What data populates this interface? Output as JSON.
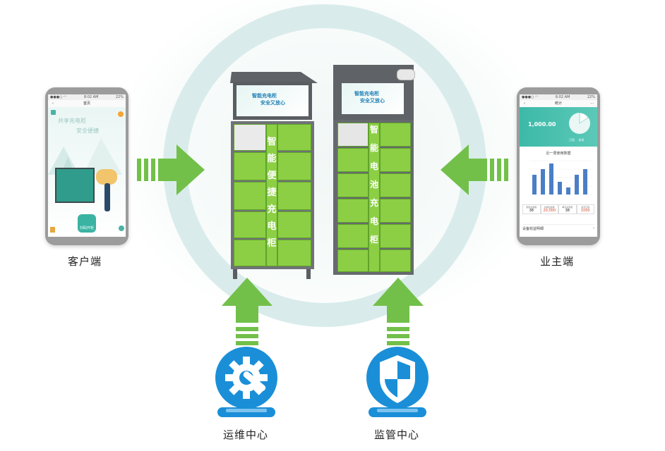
{
  "labels": {
    "client": "客户端",
    "owner": "业主端",
    "ops": "运维中心",
    "supervise": "监管中心"
  },
  "left_phone": {
    "time": "8:02 AM",
    "battery": "22%",
    "nav_title": "首页",
    "slogan_1": "共享充电柜",
    "slogan_2": "安全便捷",
    "button_label": "扫码开柜"
  },
  "right_phone": {
    "time": "6:02 AM",
    "battery": "22%",
    "nav_title": "统计",
    "total_value": "1,000.00",
    "legend_1": "已用",
    "legend_2": "未用",
    "chart_title": "近一周使用数据",
    "stats": [
      {
        "label": "使用设备数",
        "value": "38"
      },
      {
        "label": "总收益金额",
        "value": "20,000"
      },
      {
        "label": "每月总用量",
        "value": "38"
      },
      {
        "label": "最高日用",
        "value": "1000"
      }
    ],
    "footer_item": "设备收益明细"
  },
  "cabinet_left": {
    "banner_1": "智能充电柜",
    "banner_2": "安全又放心",
    "vertical_text": [
      "智",
      "能",
      "便",
      "捷",
      "充",
      "电",
      "柜"
    ]
  },
  "cabinet_right": {
    "banner_1": "智能充电柜",
    "banner_2": "安全又放心",
    "vertical_text": [
      "智",
      "能",
      "电",
      "池",
      "充",
      "电",
      "柜"
    ]
  },
  "colors": {
    "arrow": "#72c04a",
    "ring": "#d9eceb",
    "icon_blue": "#1a8fd8",
    "door_green": "#8ccf45",
    "cabinet_gray": "#6f7276"
  },
  "icons": [
    "gear-wrench-icon",
    "shield-icon"
  ]
}
